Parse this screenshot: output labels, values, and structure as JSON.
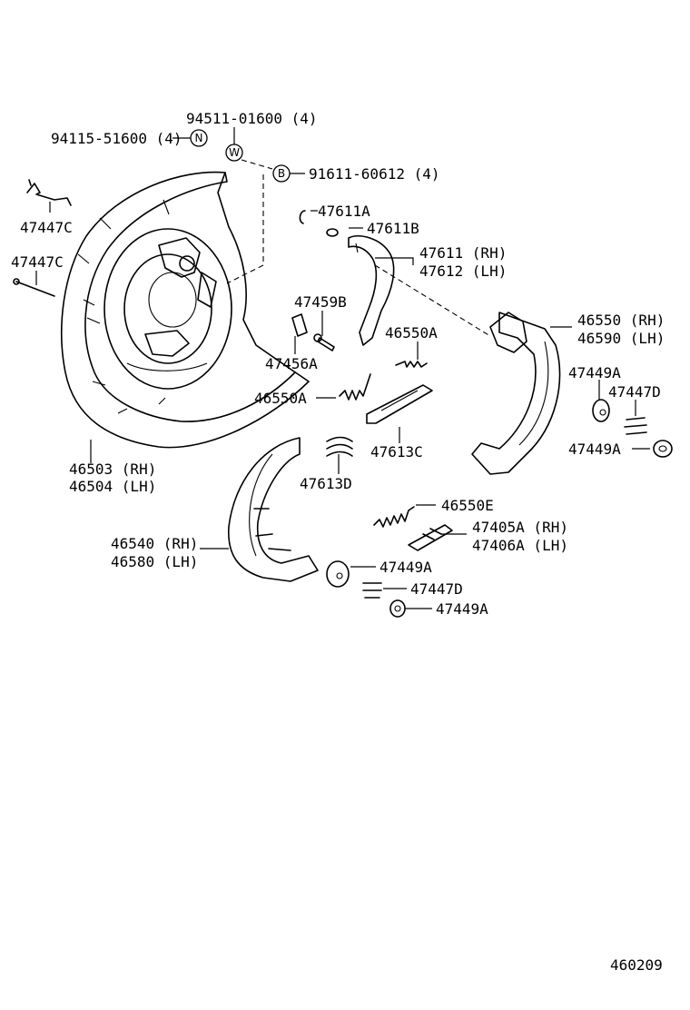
{
  "labels": {
    "fastener_94511": "94511-01600 (4)",
    "fastener_94115": "94115-51600 (4)",
    "bolt_91611": "91611-60612 (4)",
    "p47447C_top": "47447C",
    "p47447C_bottom": "47447C",
    "backing_plate_rh": "46503 (RH)",
    "backing_plate_lh": "46504 (LH)",
    "p47611A": "47611A",
    "p47611B": "47611B",
    "lever_rh": "47611 (RH)",
    "lever_lh": "47612 (LH)",
    "p47459B": "47459B",
    "p47456A": "47456A",
    "p46550A_right": "46550A",
    "p46550A_left": "46550A",
    "p47613C": "47613C",
    "p47613D": "47613D",
    "shoe_rear_rh": "46550 (RH)",
    "shoe_rear_lh": "46590 (LH)",
    "p47449A_r1": "47449A",
    "p47447D_r": "47447D",
    "p47449A_r2": "47449A",
    "p46550E": "46550E",
    "adjuster_rh": "47405A (RH)",
    "adjuster_lh": "47406A (LH)",
    "shoe_front_rh": "46540 (RH)",
    "shoe_front_lh": "46580 (LH)",
    "p47449A_c1": "47449A",
    "p47447D_c": "47447D",
    "p47449A_c2": "47449A",
    "figure_number": "460209"
  },
  "symbols": {
    "n": "N",
    "w": "W",
    "b": "B"
  }
}
